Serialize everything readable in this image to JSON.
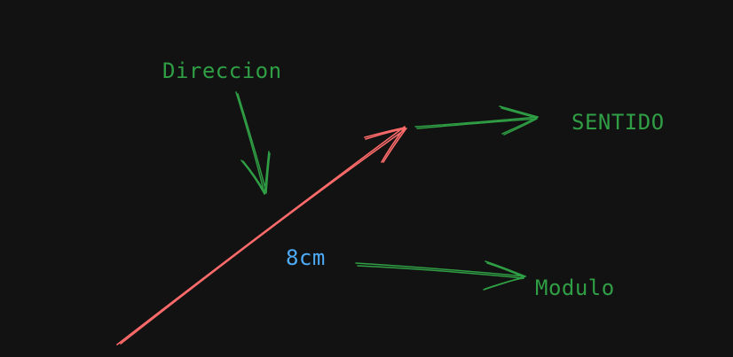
{
  "canvas": {
    "background": "#121212"
  },
  "colors": {
    "vector": "#ff6b6b",
    "annotation": "#2f9e44",
    "magnitude": "#4dabf7"
  },
  "labels": {
    "direction": "Direccion",
    "sense": "SENTIDO",
    "magnitude_value": "8cm",
    "magnitude": "Modulo"
  }
}
